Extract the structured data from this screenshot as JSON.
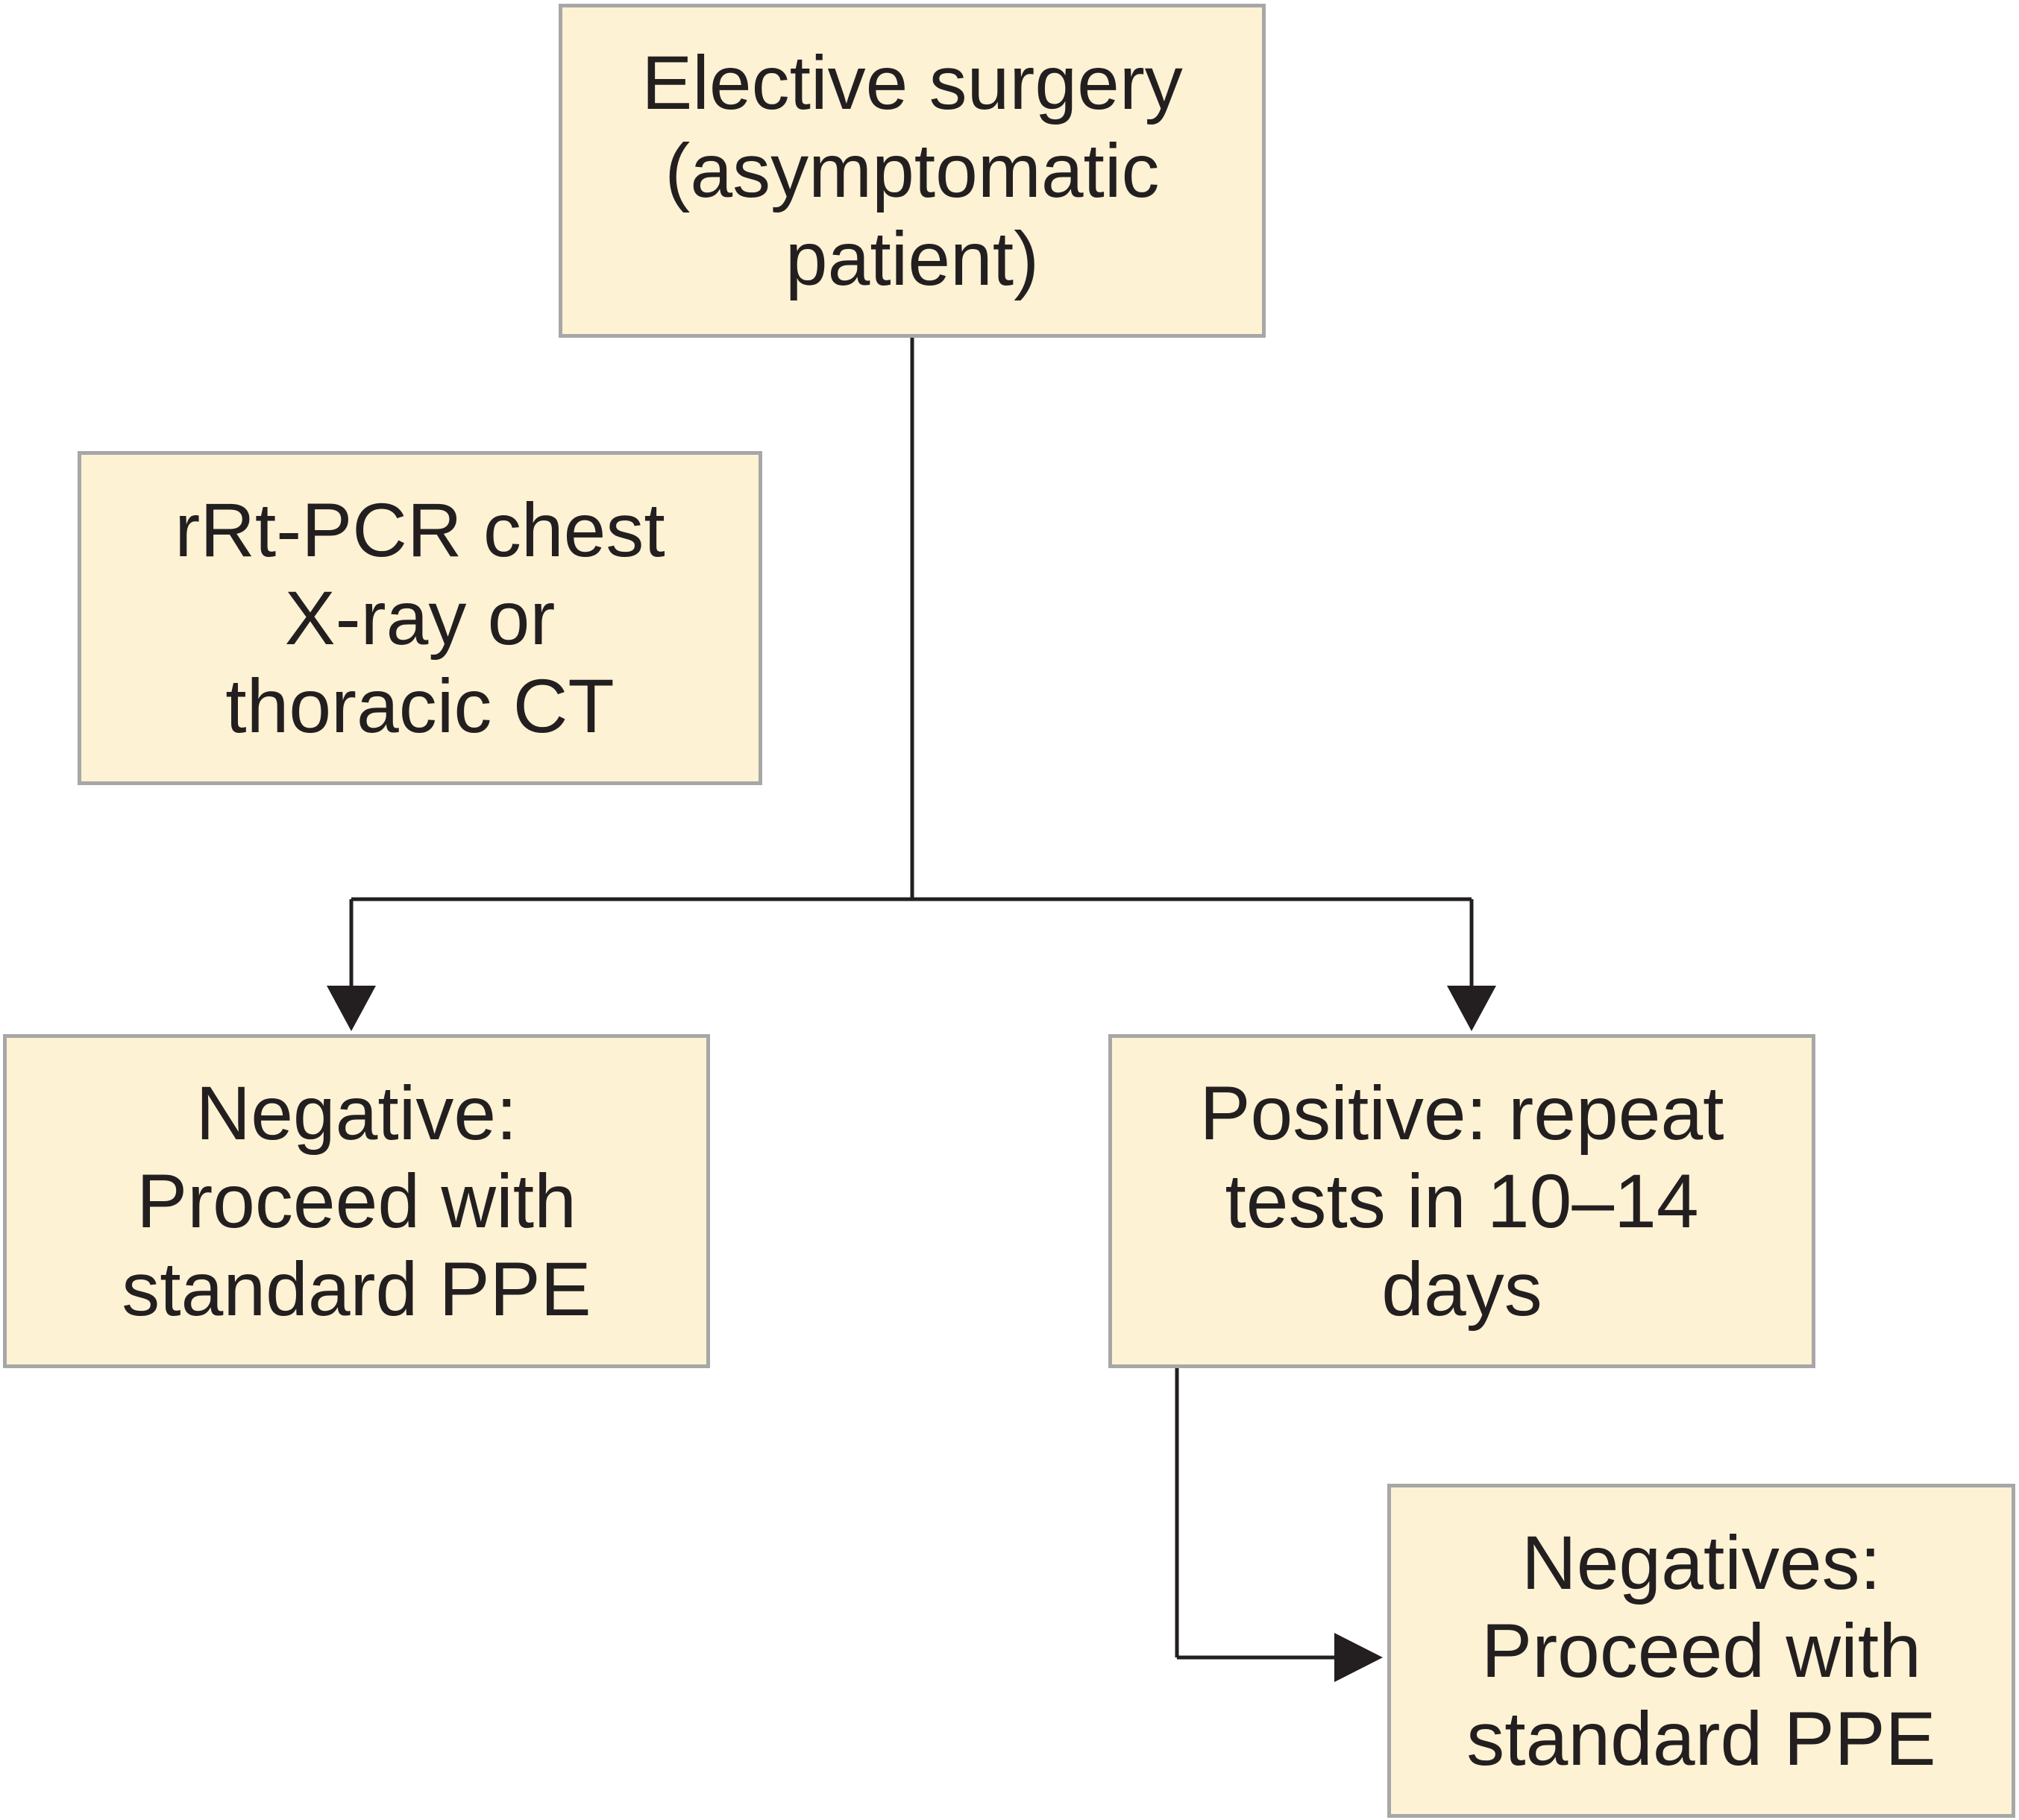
{
  "diagram": {
    "colors": {
      "box_fill": "#fdf2d3",
      "box_border": "#a7a7a7",
      "line": "#231f20",
      "text": "#231f20"
    },
    "nodes": {
      "elective_surgery": "Elective surgery\n(asymptomatic\npatient)",
      "tests": "rRt-PCR chest\nX-ray or\nthoracic CT",
      "negative": "Negative:\nProceed with\nstandard PPE",
      "positive": "Positive: repeat\ntests in 10–14\ndays",
      "negatives": "Negatives:\nProceed with\nstandard PPE"
    }
  }
}
